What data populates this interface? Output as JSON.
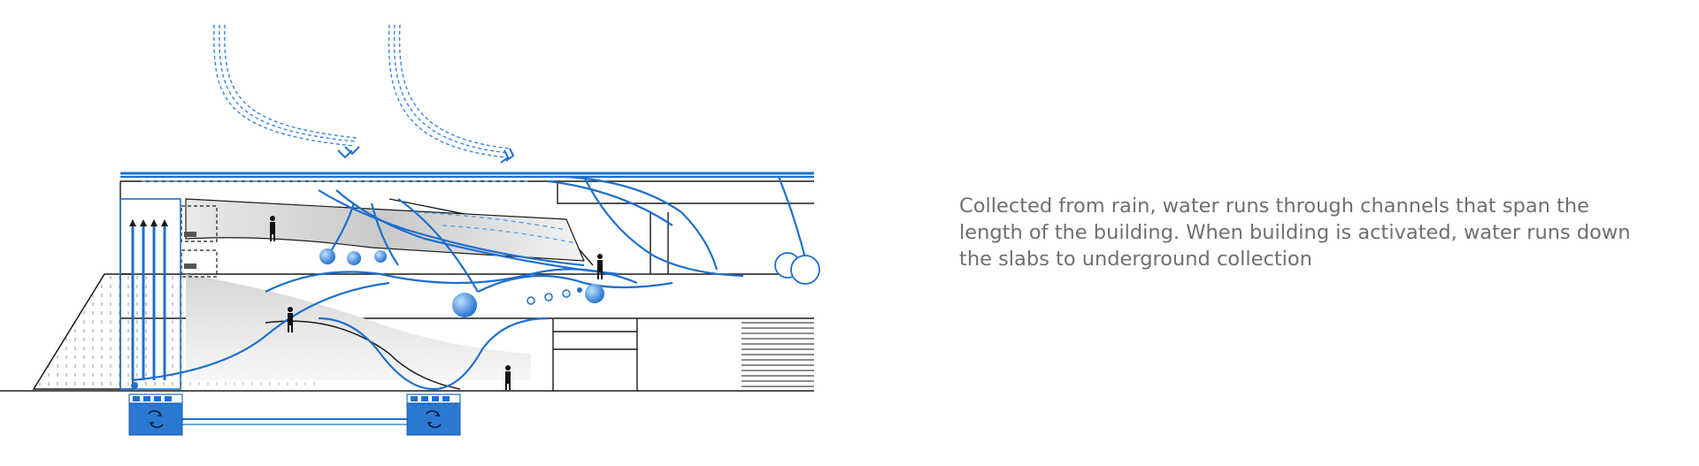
{
  "caption": {
    "line1": "Collected from rain, water runs through channels that span the",
    "line2": "length of the building. When building is activated, water runs down",
    "line3": "the slabs to underground collection"
  },
  "colors": {
    "water": "#1f6fce",
    "water_light": "#5aa2ea",
    "tank_fill": "#2b78d2",
    "structure": "#1a1a1a",
    "caption_text": "#6f6f6f"
  },
  "icons": {
    "tank": "recycle-arrows-icon",
    "person": "person-silhouette-icon",
    "rain": "rain-stream-icon"
  }
}
